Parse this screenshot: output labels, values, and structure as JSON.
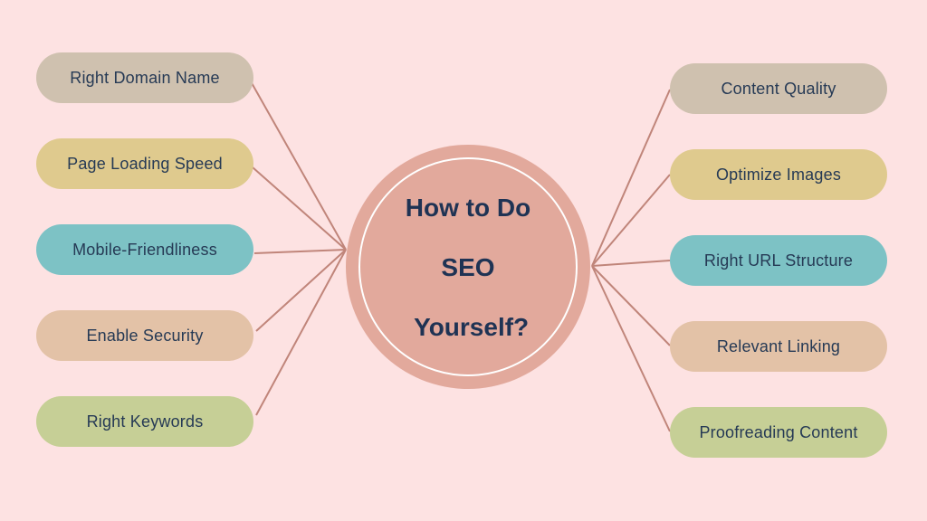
{
  "diagram": {
    "title_lines": [
      "How to Do",
      "SEO",
      " Yourself?"
    ],
    "colors": {
      "background": "#fde2e2",
      "hub": "#e2a99c",
      "hub_ring": "#ffffff",
      "connector": "#c0857a",
      "text": "#263a55",
      "title_text": "#1f3354"
    },
    "left_items": [
      {
        "label": "Right Domain Name",
        "color": "#cfc1af"
      },
      {
        "label": "Page Loading Speed",
        "color": "#dfca8e"
      },
      {
        "label": "Mobile-Friendliness",
        "color": "#7dc2c5"
      },
      {
        "label": "Enable Security",
        "color": "#e3c2a7"
      },
      {
        "label": "Right Keywords",
        "color": "#c6cf96"
      }
    ],
    "right_items": [
      {
        "label": "Content Quality",
        "color": "#cfc1af"
      },
      {
        "label": "Optimize Images",
        "color": "#dfca8e"
      },
      {
        "label": "Right URL Structure",
        "color": "#7dc2c5"
      },
      {
        "label": "Relevant Linking",
        "color": "#e3c2a7"
      },
      {
        "label": "Proofreading Content",
        "color": "#c6cf96"
      }
    ]
  }
}
